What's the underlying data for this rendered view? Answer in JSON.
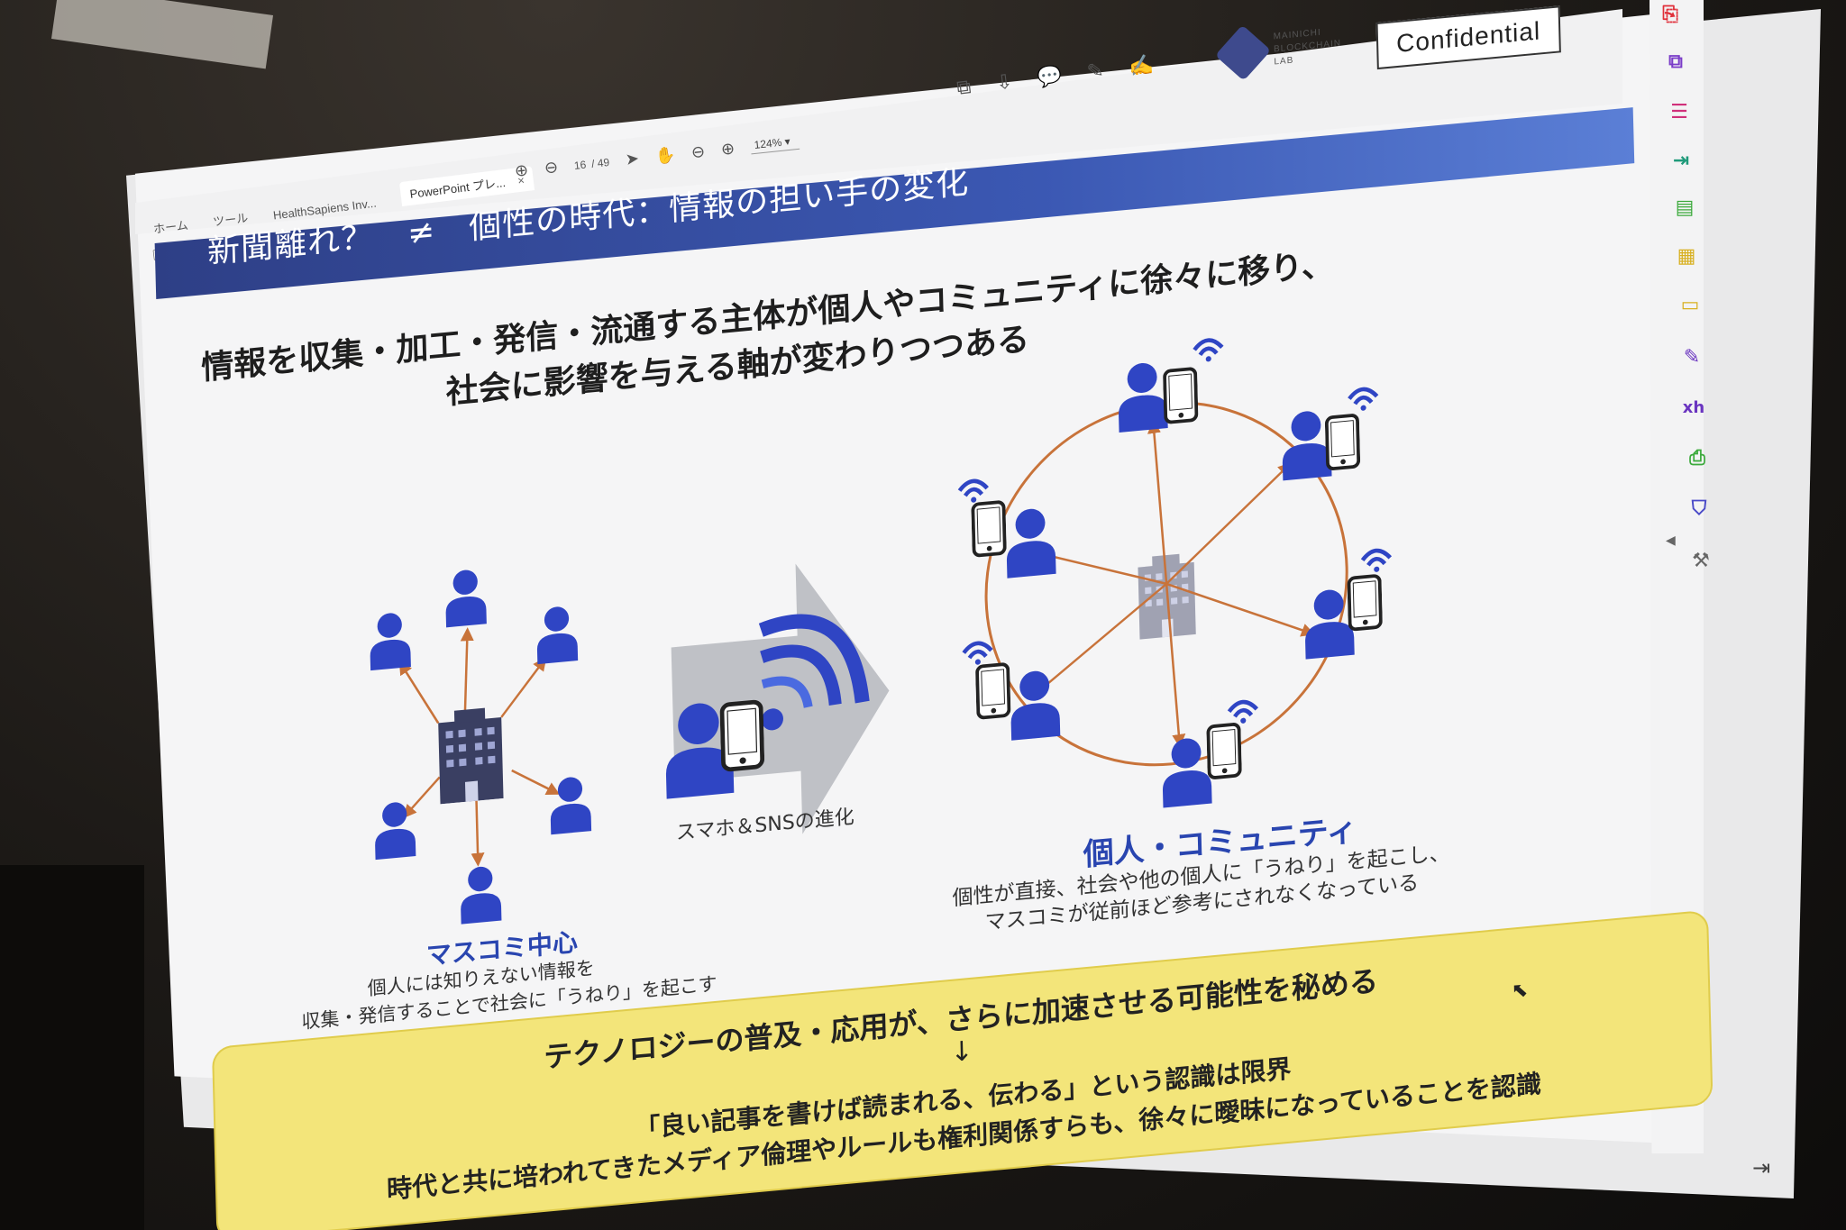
{
  "app": {
    "tabs": [
      "ホーム",
      "ツール",
      "HealthSapiens Inv...",
      "PowerPoint プレ..."
    ],
    "tab_close": "×",
    "page_current": "16",
    "page_total": "/ 49",
    "zoom": "124%",
    "zoom_caret": "▾"
  },
  "slide": {
    "logo_lines": [
      "MAINICHI",
      "BLOCKCHAIN",
      "LAB"
    ],
    "confidential": "Confidential",
    "banner_title": "新聞離れ？　≠　個性の時代：情報の担い手の変化",
    "headline_line1": "情報を収集・加工・発信・流通する主体が個人やコミュニティに徐々に移り、",
    "headline_line2": "社会に影響を与える軸が変わりつつある",
    "left_title": "マスコミ中心",
    "left_body_1": "個人には知りえない情報を",
    "left_body_2": "収集・発信することで社会に「うねり」を起こす",
    "arrow_label": "スマホ＆SNSの進化",
    "right_title": "個人・コミュニティ",
    "right_body_1": "個性が直接、社会や他の個人に「うねり」を起こし、",
    "right_body_2": "マスコミが従前ほど参考にされなくなっている",
    "summary_line1": "テクノロジーの普及・応用が、さらに加速させる可能性を秘める",
    "summary_arrow": "↓",
    "summary_line2": "「良い記事を書けば読まれる、伝わる」という認識は限界",
    "summary_line3": "時代と共に培われてきたメディア倫理やルールも権利関係すらも、徐々に曖昧になっていることを認識"
  },
  "colors": {
    "person": "#2f45c4",
    "building": "#3a3f62",
    "arrow": "#c8733a",
    "banner": "#3b58b3",
    "summary_bg": "#f3e57a"
  }
}
